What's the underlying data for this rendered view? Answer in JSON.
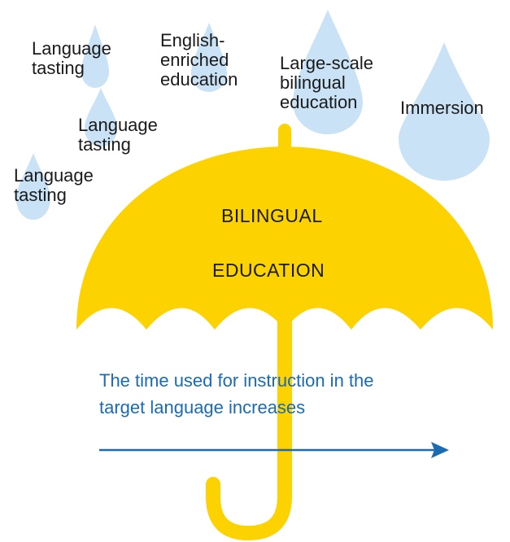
{
  "drops": [
    {
      "line1": "Language",
      "line2": "tasting"
    },
    {
      "line1": "English-",
      "line2": "enriched",
      "line3": "education"
    },
    {
      "line1": "Large-scale",
      "line2": "bilingual",
      "line3": "education"
    },
    {
      "line1": "Immersion"
    },
    {
      "line1": "Language",
      "line2": "tasting"
    },
    {
      "line1": "Language",
      "line2": "tasting"
    }
  ],
  "umbrella": {
    "line1": "BILINGUAL",
    "line2": "EDUCATION",
    "canopy_color": "#fcd200"
  },
  "caption": {
    "line1": "The time used for instruction in the",
    "line2": "target language increases",
    "color": "#1a6bb3"
  },
  "colors": {
    "drop": "#c9e2f5",
    "text": "#1a1a1a"
  }
}
